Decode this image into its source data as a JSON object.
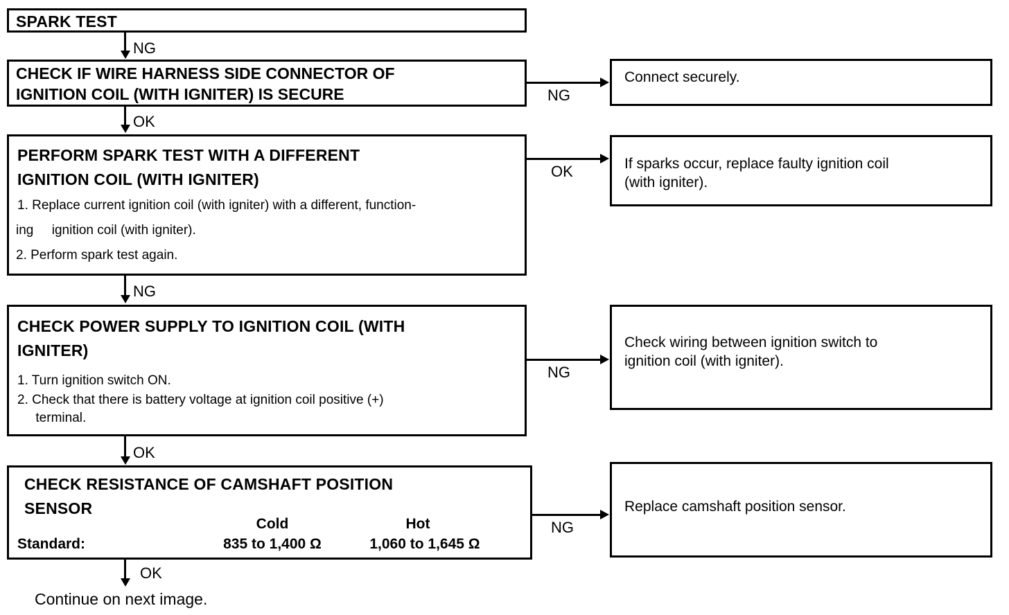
{
  "diagram": {
    "title": "SPARK TEST",
    "nodes": [
      {
        "id": "spark-test",
        "heading": "SPARK TEST",
        "body": ""
      },
      {
        "id": "check-connector",
        "heading_line1": "CHECK  IF  WIRE  HARNESS  SIDE  CONNECTOR  OF",
        "heading_line2": "IGNITION COIL (WITH IGNITER) IS SECURE",
        "heading_words_line1": [
          "CHECK",
          "IF",
          "WIRE",
          "HARNESS",
          "SIDE",
          "CONNECTOR",
          "OF"
        ]
      },
      {
        "id": "perform-spark-test",
        "heading": "PERFORM SPARK TEST WITH A DIFFERENT\nIGNITION COIL (WITH IGNITER)",
        "step1": "1. Replace current ignition coil (with igniter) with a different, function-",
        "step1b": "ing     ignition coil (with igniter).",
        "step2": "2. Perform spark test again."
      },
      {
        "id": "check-power-supply",
        "heading": "CHECK POWER SUPPLY TO IGNITION COIL (WITH\nIGNITER)",
        "step1": "1. Turn ignition switch ON.",
        "step2": "2. Check that there is battery voltage at ignition coil positive (+)\n     terminal."
      },
      {
        "id": "check-resistance",
        "heading": "CHECK RESISTANCE OF CAMSHAFT POSITION\nSENSOR",
        "standard_label": "Standard:",
        "columns": [
          "Cold",
          "Hot"
        ],
        "values": [
          "835 to 1,400 Ω",
          "1,060 to 1,645 Ω"
        ]
      }
    ],
    "results": [
      {
        "id": "connect-securely",
        "text": "Connect securely."
      },
      {
        "id": "replace-faulty-coil",
        "text": "If sparks occur, replace faulty ignition coil\n(with igniter)."
      },
      {
        "id": "check-wiring",
        "text": "Check wiring between ignition switch to\nignition coil (with igniter)."
      },
      {
        "id": "replace-cam-sensor",
        "text": "Replace camshaft position sensor."
      }
    ],
    "connector_labels": {
      "v1": "NG",
      "v2": "OK",
      "v3": "NG",
      "v4": "OK",
      "v5": "OK",
      "h1": "NG",
      "h2": "OK",
      "h3": "NG",
      "h4": "NG"
    },
    "footer": "Continue on next image.",
    "colors": {
      "line": "#000000",
      "background": "#ffffff",
      "text": "#000000"
    }
  }
}
